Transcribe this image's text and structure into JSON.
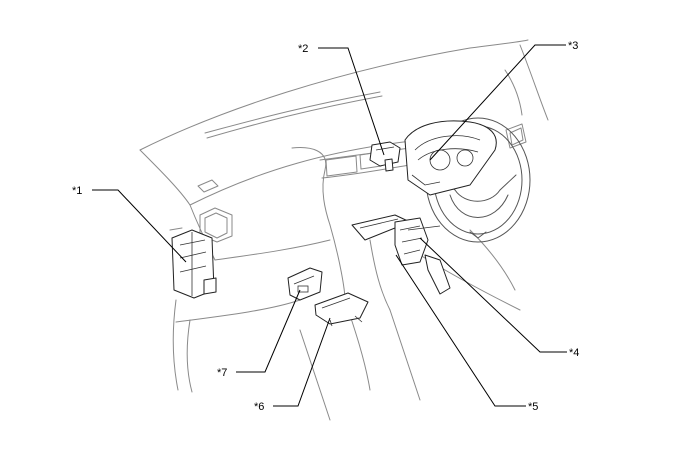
{
  "callouts": [
    {
      "id": "1",
      "label": "*1"
    },
    {
      "id": "2",
      "label": "*2"
    },
    {
      "id": "3",
      "label": "*3"
    },
    {
      "id": "4",
      "label": "*4"
    },
    {
      "id": "5",
      "label": "*5"
    },
    {
      "id": "6",
      "label": "*6"
    },
    {
      "id": "7",
      "label": "*7"
    }
  ]
}
